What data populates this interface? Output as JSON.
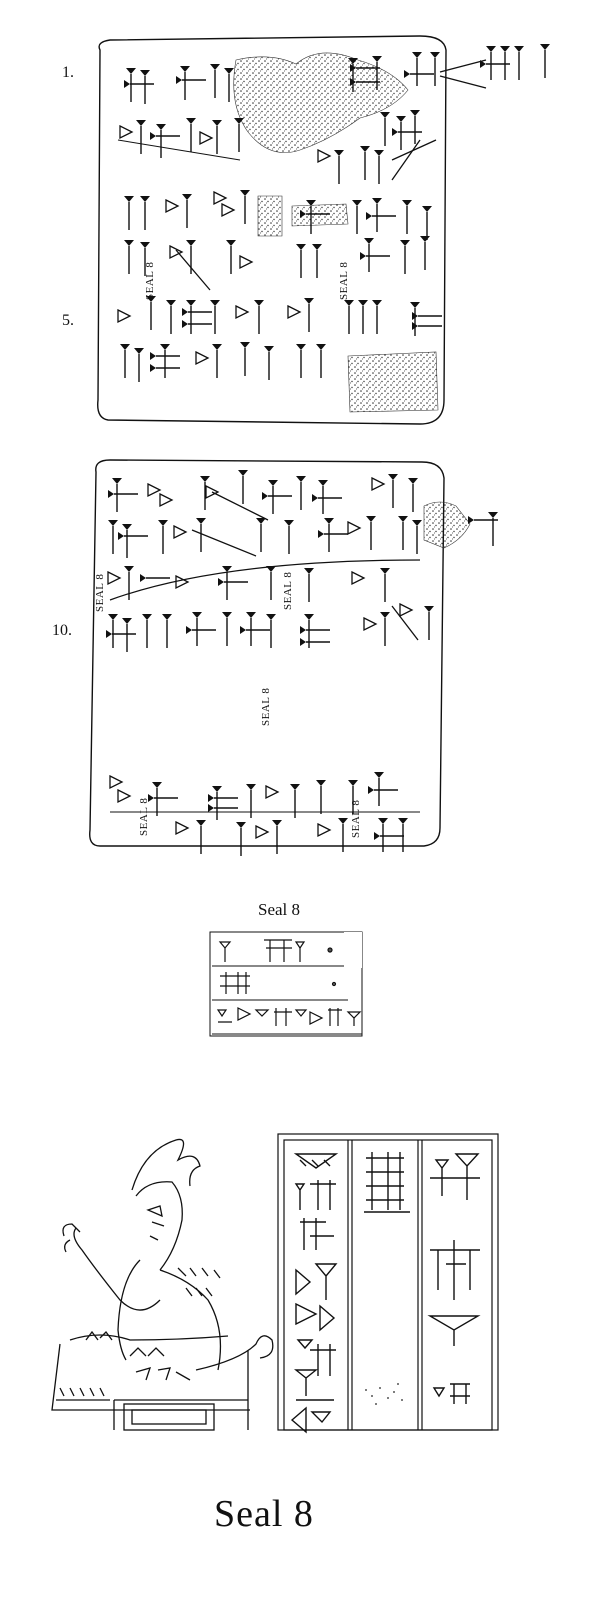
{
  "obverse": {
    "line_numbers": [
      "1.",
      "5."
    ],
    "seal_labels": [
      "SEAL 8",
      "SEAL 8"
    ]
  },
  "reverse": {
    "line_numbers": [
      "10."
    ],
    "seal_labels": [
      "SEAL 8",
      "SEAL 8",
      "SEAL 8",
      "SEAL 8",
      "SEAL 8"
    ]
  },
  "seal_small": {
    "caption": "Seal 8"
  },
  "seal_large": {
    "caption": "Seal 8"
  },
  "colors": {
    "ink": "#111111",
    "paper": "#ffffff",
    "stipple": "#333333"
  }
}
